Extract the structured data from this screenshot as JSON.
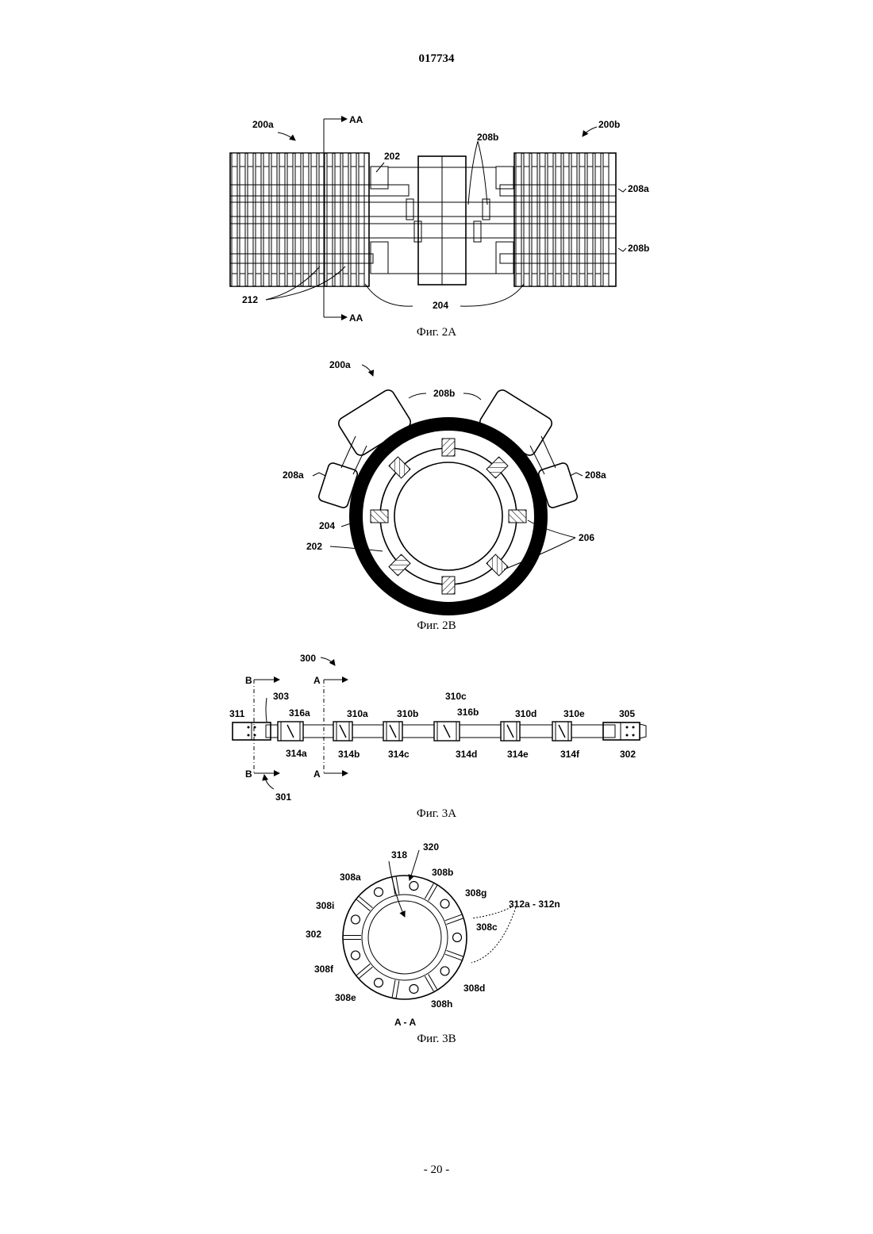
{
  "header": {
    "doc_number": "017734"
  },
  "footer": {
    "page_number": "- 20 -"
  },
  "fig2a": {
    "caption": "Фиг. 2A",
    "labels": {
      "l200a": "200a",
      "l200b": "200b",
      "aa_top": "AA",
      "aa_bottom": "AA",
      "l202": "202",
      "l208b_top": "208b",
      "l208a": "208a",
      "l208b_right": "208b",
      "l212": "212",
      "l204": "204"
    }
  },
  "fig2b": {
    "caption": "Фиг. 2B",
    "labels": {
      "l200a": "200a",
      "l208b": "208b",
      "l208a_left": "208a",
      "l208a_right": "208a",
      "l204": "204",
      "l202": "202",
      "l206": "206"
    }
  },
  "fig3a": {
    "caption": "Фиг. 3A",
    "labels": {
      "l300": "300",
      "b_top": "B",
      "a_top": "A",
      "b_bottom": "B",
      "a_bottom": "A",
      "l311": "311",
      "l303": "303",
      "l316a": "316a",
      "l310a": "310a",
      "l310b": "310b",
      "l310c": "310c",
      "l316b": "316b",
      "l310d": "310d",
      "l310e": "310e",
      "l305": "305",
      "l314a": "314a",
      "l314b": "314b",
      "l314c": "314c",
      "l314d": "314d",
      "l314e": "314e",
      "l314f": "314f",
      "l302": "302",
      "l301": "301"
    }
  },
  "fig3b": {
    "caption": "Фиг. 3B",
    "labels": {
      "l318": "318",
      "l320": "320",
      "l308a": "308a",
      "l308b": "308b",
      "l308g": "308g",
      "l308i": "308i",
      "l312": "312a - 312n",
      "l308c": "308c",
      "l302": "302",
      "l308f": "308f",
      "l308d": "308d",
      "l308e": "308e",
      "l308h": "308h",
      "section": "A - A"
    }
  }
}
